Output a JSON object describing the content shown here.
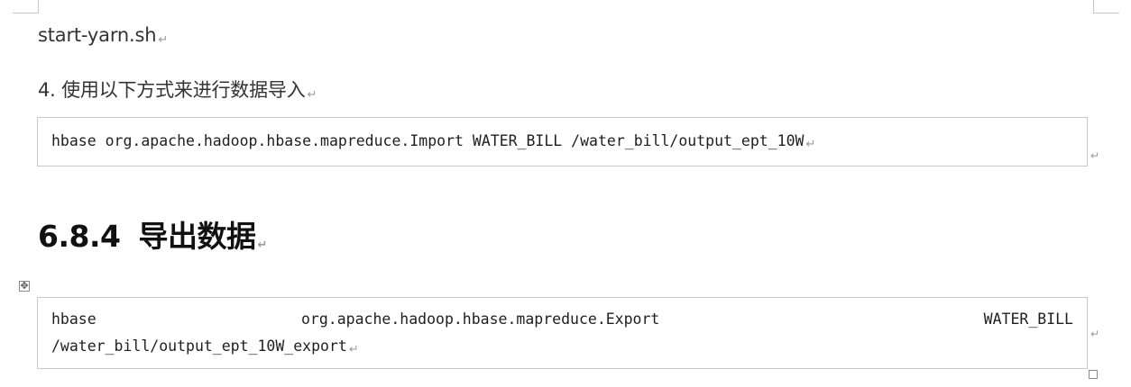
{
  "paragraphs": {
    "command": "start-yarn.sh",
    "step": "4. 使用以下方式来进行数据导入"
  },
  "code_blocks": {
    "import": "hbase org.apache.hadoop.hbase.mapreduce.Import WATER_BILL /water_bill/output_ept_10W",
    "export_line1": [
      "hbase",
      "org.apache.hadoop.hbase.mapreduce.Export",
      "WATER_BILL"
    ],
    "export_line2": "/water_bill/output_ept_10W_export"
  },
  "heading": {
    "number": "6.8.4",
    "title": "导出数据"
  },
  "marks": {
    "paragraph": "↵",
    "table_handle": "✥"
  }
}
